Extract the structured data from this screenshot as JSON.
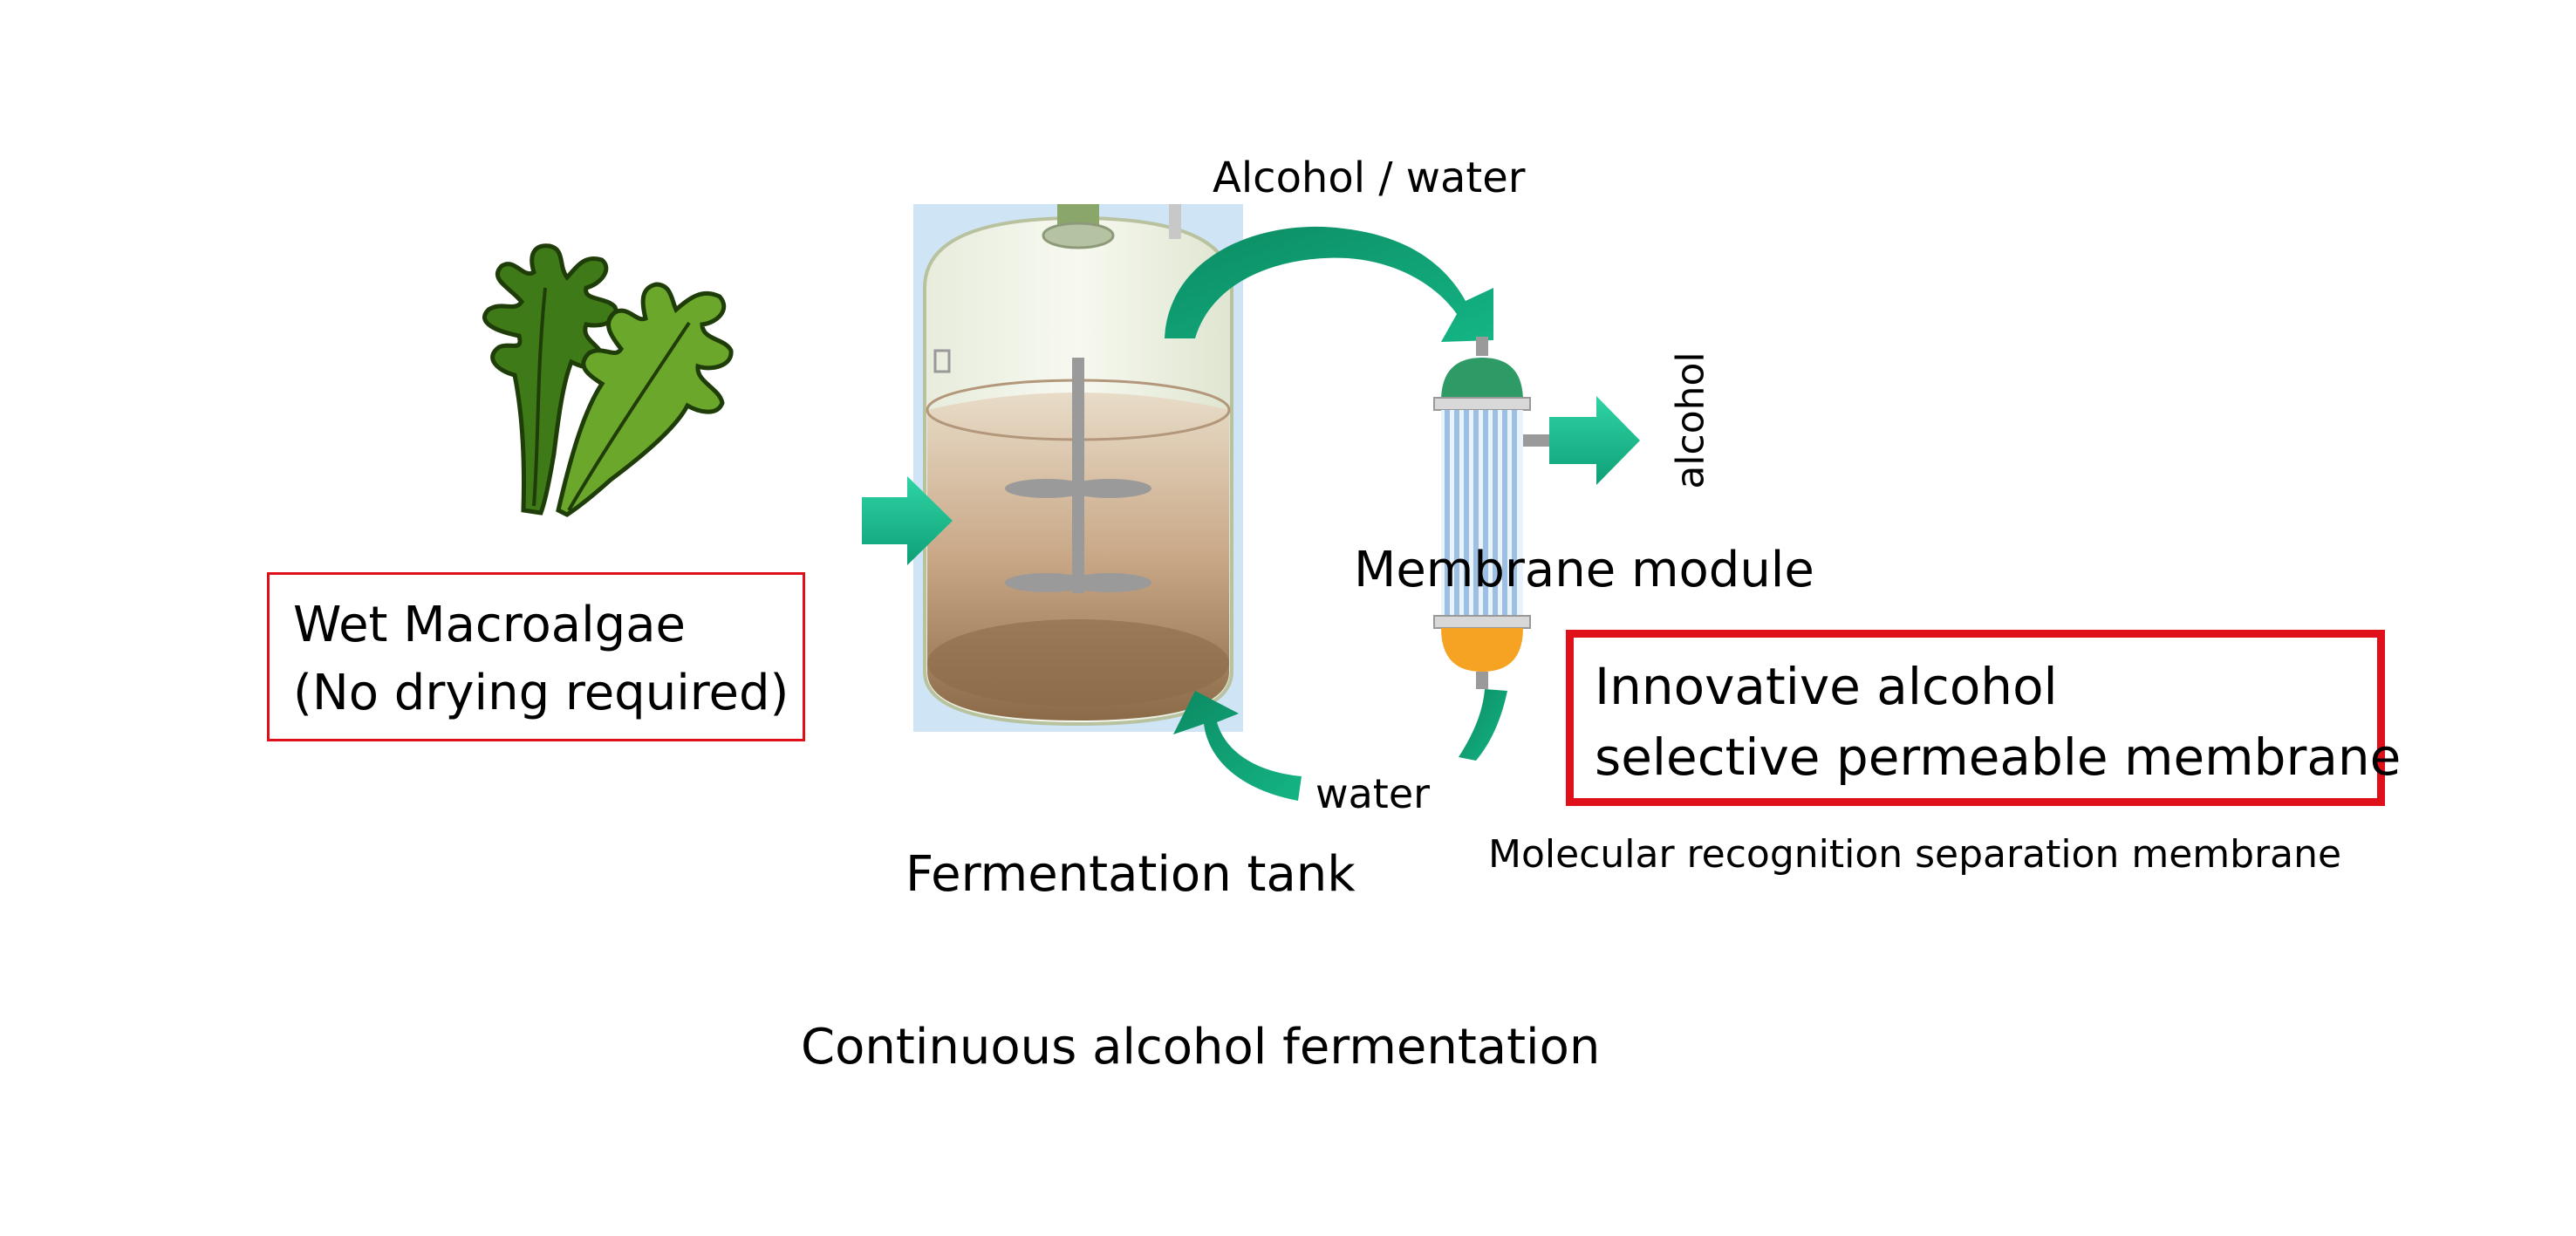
{
  "labels": {
    "alcohol_water": "Alcohol / water",
    "alcohol": "alcohol",
    "water": "water",
    "membrane_module": "Membrane module",
    "fermentation_tank": "Fermentation tank",
    "molecular_recognition": "Molecular recognition separation membrane",
    "continuous_fermentation": "Continuous alcohol fermentation"
  },
  "boxes": {
    "macroalgae": {
      "line1": "Wet Macroalgae",
      "line2": "(No drying required)"
    },
    "membrane": {
      "line1": "Innovative alcohol",
      "line2": "selective permeable membrane"
    }
  },
  "colors": {
    "arrow_green": "#13b88a",
    "box_red": "#e0101a",
    "module_top": "#2e9a66",
    "module_bottom": "#f6a323",
    "module_tube": "#9cc0e4",
    "tank_backdrop": "#cfe4f5",
    "seaweed": "#4f8b1f"
  },
  "icons": [
    "seaweed-icon",
    "fermentation-tank-icon",
    "membrane-module-icon"
  ]
}
